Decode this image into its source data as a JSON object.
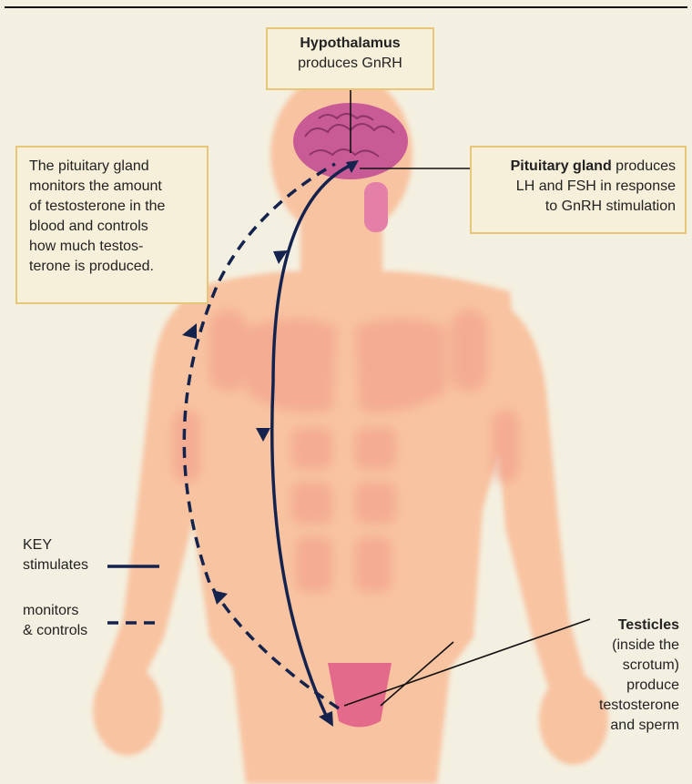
{
  "hypothalamus": {
    "title": "Hypothalamus",
    "text": "produces GnRH"
  },
  "pituitary": {
    "title": "Pituitary gland",
    "text_1": "produces",
    "text_2": "LH and FSH in response",
    "text_3": "to GnRH stimulation"
  },
  "monitor_note": [
    "The pituitary gland",
    "monitors the amount",
    "of testosterone in the",
    "blood and controls",
    "how much testos-",
    "terone is produced."
  ],
  "testicles": {
    "title": "Testicles",
    "lines": [
      "(inside the",
      "scrotum)",
      "produce",
      "testosterone",
      "and sperm"
    ]
  },
  "key": {
    "title": "KEY",
    "stimulates": "stimulates",
    "monitors_1": "monitors",
    "monitors_2": "& controls"
  },
  "colors": {
    "background": "#f4f0e1",
    "box_fill": "#f6efd9",
    "box_border": "#e7c678",
    "arrow": "#14234d",
    "brain": "#c85b95",
    "skin": "#f7bb96"
  }
}
